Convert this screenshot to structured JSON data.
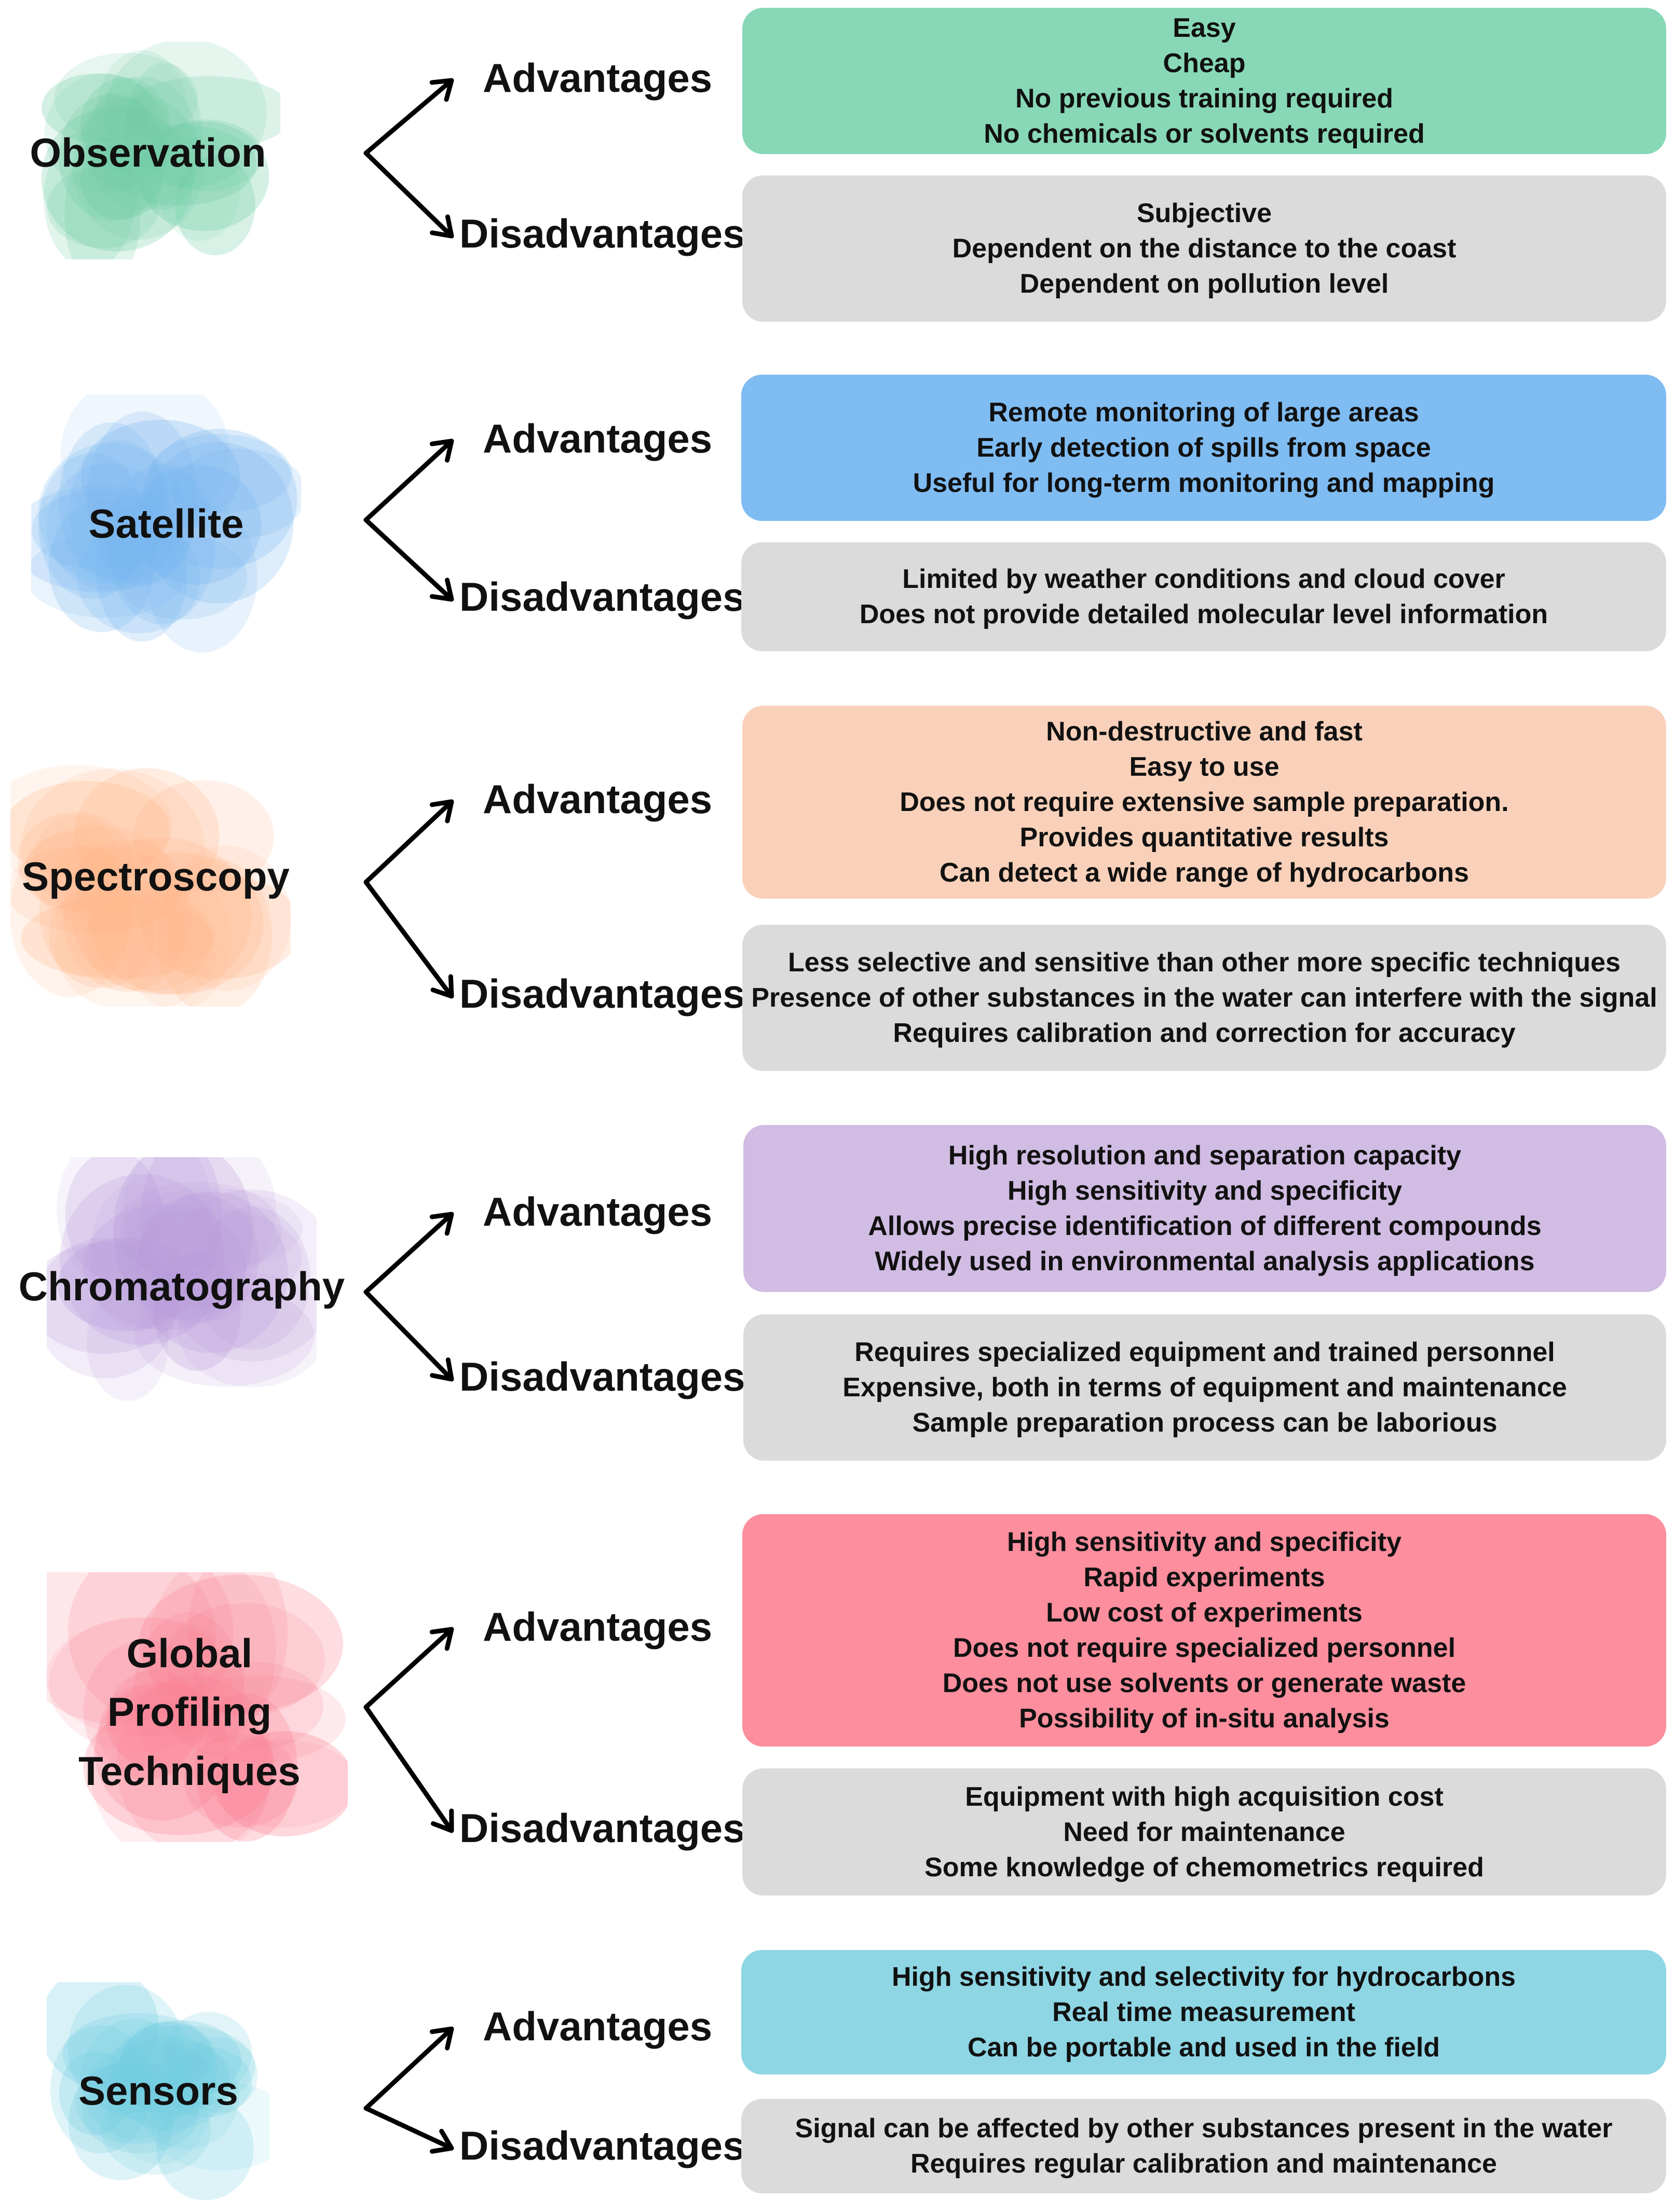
{
  "advantages_label": "Advantages",
  "disadvantages_label": "Disadvantages",
  "techniques": [
    {
      "name": "Observation",
      "color": "#88D8B8",
      "blob_color": "#6FCCA6",
      "advantages": [
        "Easy",
        "Cheap",
        "No previous training required",
        "No chemicals or solvents required"
      ],
      "disadvantages": [
        "Subjective",
        "Dependent on the distance to the coast",
        "Dependent on pollution level"
      ]
    },
    {
      "name": "Satellite",
      "color": "#7FBCF2",
      "blob_color": "#78B6F0",
      "advantages": [
        "Remote monitoring of large areas",
        "Early detection of spills from space",
        "Useful for long-term monitoring and mapping"
      ],
      "disadvantages": [
        "Limited by weather conditions and cloud cover",
        "Does not provide detailed molecular level information"
      ]
    },
    {
      "name": "Spectroscopy",
      "color": "#F9D1BA",
      "blob_color": "#FFB68A",
      "advantages": [
        "Non-destructive and fast",
        "Easy to use",
        "Does not require extensive sample preparation.",
        "Provides quantitative results",
        "Can detect a wide range of hydrocarbons"
      ],
      "disadvantages": [
        "Less selective and sensitive than other more specific techniques",
        "Presence of other substances in the water can interfere with the signal",
        "Requires calibration and correction for accuracy"
      ]
    },
    {
      "name": "Chromatography",
      "color": "#D1BCE3",
      "blob_color": "#B89BDB",
      "advantages": [
        "High resolution and separation capacity",
        "High sensitivity and specificity",
        "Allows precise identification of different compounds",
        "Widely used in environmental analysis applications"
      ],
      "disadvantages": [
        "Requires specialized equipment and trained personnel",
        "Expensive, both in terms of equipment and maintenance",
        "Sample preparation process can be laborious"
      ]
    },
    {
      "name": "Global\nProfiling\nTechniques",
      "color": "#FC8E9D",
      "blob_color": "#FB7D90",
      "advantages": [
        "High sensitivity and specificity",
        "Rapid experiments",
        "Low cost of experiments",
        "Does not require specialized personnel",
        "Does not use solvents or generate waste",
        "Possibility of in-situ analysis"
      ],
      "disadvantages": [
        "Equipment with high acquisition cost",
        "Need for maintenance",
        "Some knowledge of chemometrics required"
      ]
    },
    {
      "name": "Sensors",
      "color": "#8ED6E4",
      "blob_color": "#6FCDE0",
      "advantages": [
        "High sensitivity and selectivity for hydrocarbons",
        "Real time measurement",
        "Can be portable and used in the field"
      ],
      "disadvantages": [
        "Signal can be affected by other substances present in the water",
        "Requires regular calibration and maintenance"
      ]
    }
  ],
  "disadvantage_box_color": "#DBDBDB"
}
